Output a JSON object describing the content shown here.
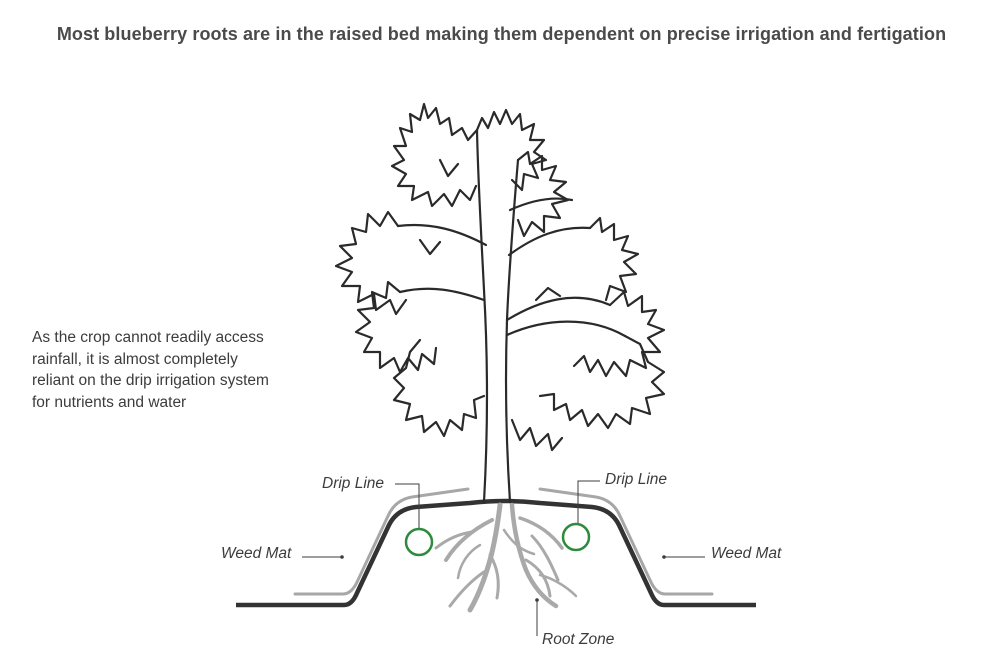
{
  "title": "Most blueberry roots are in the raised bed making them dependent on precise irrigation and fertigation",
  "note_lines": [
    "As the crop cannot readily access",
    "rainfall, it is almost completely",
    "reliant on the drip irrigation system",
    "for nutrients and water"
  ],
  "labels": {
    "drip_line_left": "Drip Line",
    "drip_line_right": "Drip Line",
    "weed_mat_left": "Weed Mat",
    "weed_mat_right": "Weed Mat",
    "root_zone": "Root Zone"
  },
  "colors": {
    "text": "#3c3c3c",
    "title": "#4a4a4a",
    "bed_outline": "#333333",
    "weed_mat": "#a7a7a7",
    "roots": "#a9a9a9",
    "drip_line": "#2e8b3e",
    "tree_outline": "#2a2a2a"
  }
}
